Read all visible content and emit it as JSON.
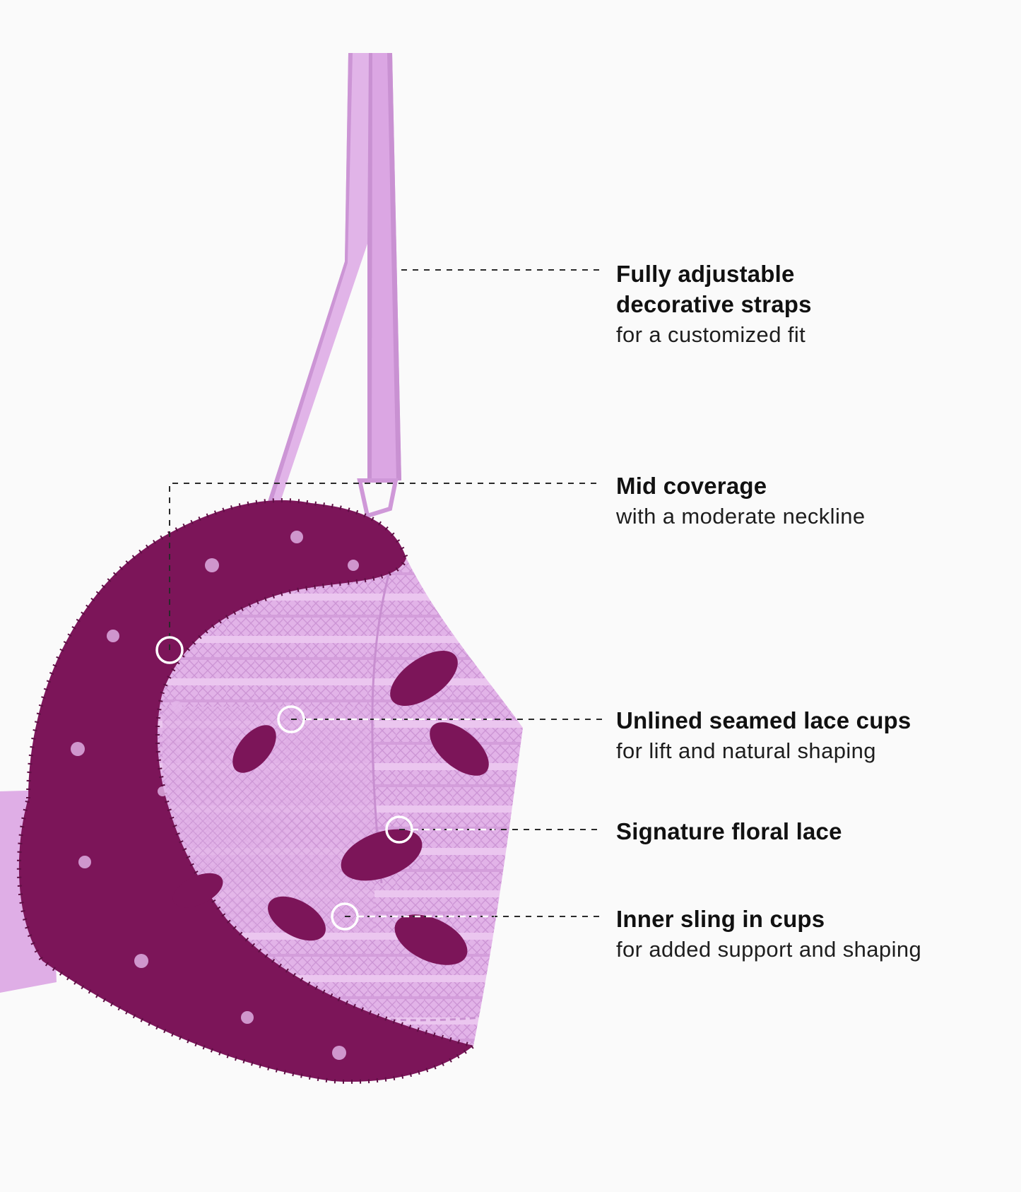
{
  "colors": {
    "background": "#fafafa",
    "lace_pink": "#dfaee6",
    "lace_pink_light": "#ecc8ef",
    "embroidery_plum": "#7c1559",
    "embroidery_plum_dark": "#5e0f44",
    "leader_line": "#2a2a2a"
  },
  "callouts": [
    {
      "title": "Fully adjustable\ndecorative straps",
      "subtitle": "for a customized fit"
    },
    {
      "title": "Mid coverage",
      "subtitle": "with a moderate neckline"
    },
    {
      "title": "Unlined seamed lace cups",
      "subtitle": "for lift and natural shaping"
    },
    {
      "title": "Signature floral lace",
      "subtitle": ""
    },
    {
      "title": "Inner sling in cups",
      "subtitle": "for added support and shaping"
    }
  ]
}
